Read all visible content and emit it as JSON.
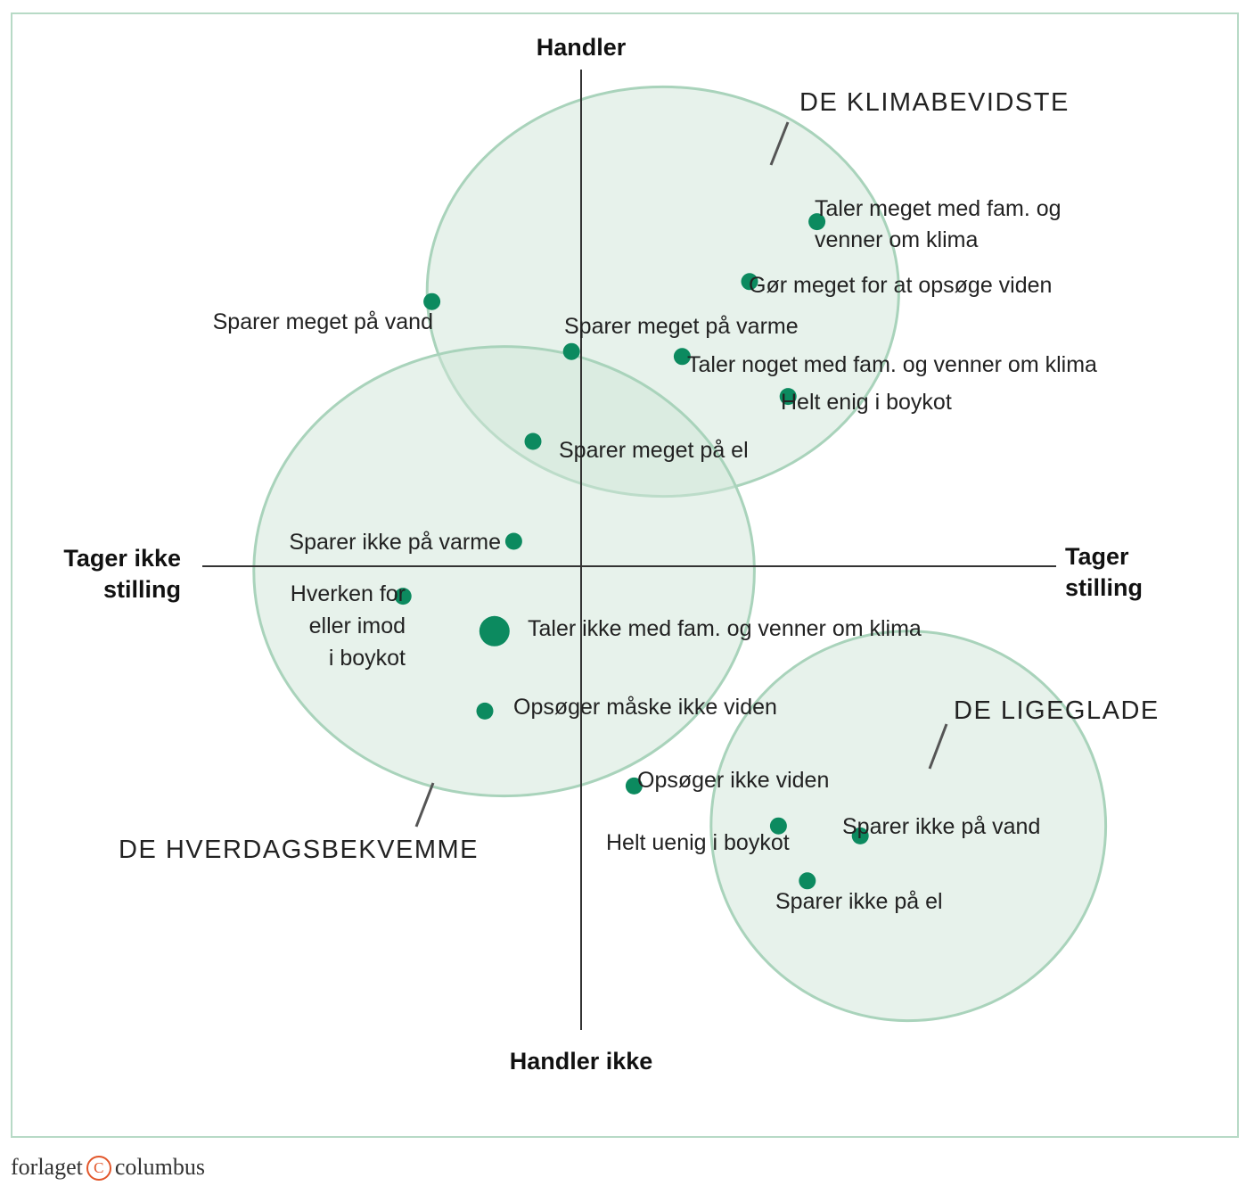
{
  "chart_data": {
    "type": "scatter",
    "axes": {
      "top": [
        "Handler"
      ],
      "bottom": [
        "Handler ikke"
      ],
      "left": [
        "Tager ikke",
        "stilling"
      ],
      "right": [
        "Tager",
        "stilling"
      ]
    },
    "x_range": [
      -1,
      1
    ],
    "y_range": [
      -1,
      1
    ],
    "grid": false,
    "accent_color": "#0c8a5f",
    "cluster_fill": "#cfe5d7",
    "cluster_stroke": "#a9d3bb",
    "clusters": [
      {
        "name": "DE KLIMABEVIDSTE",
        "cx": 0.17,
        "cy": 0.55,
        "rx": 0.49,
        "ry": 0.41
      },
      {
        "name": "DE HVERDAGSBEKVEMME",
        "cx": -0.16,
        "cy": -0.01,
        "rx": 0.52,
        "ry": 0.45
      },
      {
        "name": "DE LIGEGLADE",
        "cx": 0.68,
        "cy": -0.52,
        "rx": 0.41,
        "ry": 0.39
      }
    ],
    "points": [
      {
        "label": [
          "Taler meget med fam. og",
          "venner om klima"
        ],
        "x": 0.49,
        "y": 0.69,
        "size": "small"
      },
      {
        "label": [
          "Gør meget for at opsøge viden"
        ],
        "x": 0.35,
        "y": 0.57,
        "size": "small"
      },
      {
        "label": [
          "Sparer meget på vand"
        ],
        "x": -0.31,
        "y": 0.53,
        "size": "small"
      },
      {
        "label": [
          "Sparer meget på varme"
        ],
        "x": -0.02,
        "y": 0.43,
        "size": "small"
      },
      {
        "label": [
          "Taler noget med fam. og venner om klima"
        ],
        "x": 0.21,
        "y": 0.42,
        "size": "small"
      },
      {
        "label": [
          "Helt enig i boykot"
        ],
        "x": 0.43,
        "y": 0.34,
        "size": "small"
      },
      {
        "label": [
          "Sparer meget på el"
        ],
        "x": -0.1,
        "y": 0.25,
        "size": "small"
      },
      {
        "label": [
          "Sparer ikke på varme"
        ],
        "x": -0.14,
        "y": 0.05,
        "size": "small"
      },
      {
        "label": [
          "Hverken for",
          "eller imod",
          "i boykot"
        ],
        "x": -0.37,
        "y": -0.06,
        "size": "small"
      },
      {
        "label": [
          "Taler ikke med fam. og venner om klima"
        ],
        "x": -0.18,
        "y": -0.13,
        "size": "large"
      },
      {
        "label": [
          "Opsøger måske ikke viden"
        ],
        "x": -0.2,
        "y": -0.29,
        "size": "small"
      },
      {
        "label": [
          "Opsøger ikke viden"
        ],
        "x": 0.11,
        "y": -0.44,
        "size": "small"
      },
      {
        "label": [
          "Helt uenig i boykot"
        ],
        "x": 0.41,
        "y": -0.52,
        "size": "small"
      },
      {
        "label": [
          "Sparer ikke på vand"
        ],
        "x": 0.58,
        "y": -0.54,
        "size": "small"
      },
      {
        "label": [
          "Sparer ikke på el"
        ],
        "x": 0.47,
        "y": -0.63,
        "size": "small"
      }
    ]
  },
  "footer": {
    "left": "forlaget",
    "mark": "C",
    "right": "columbus"
  }
}
